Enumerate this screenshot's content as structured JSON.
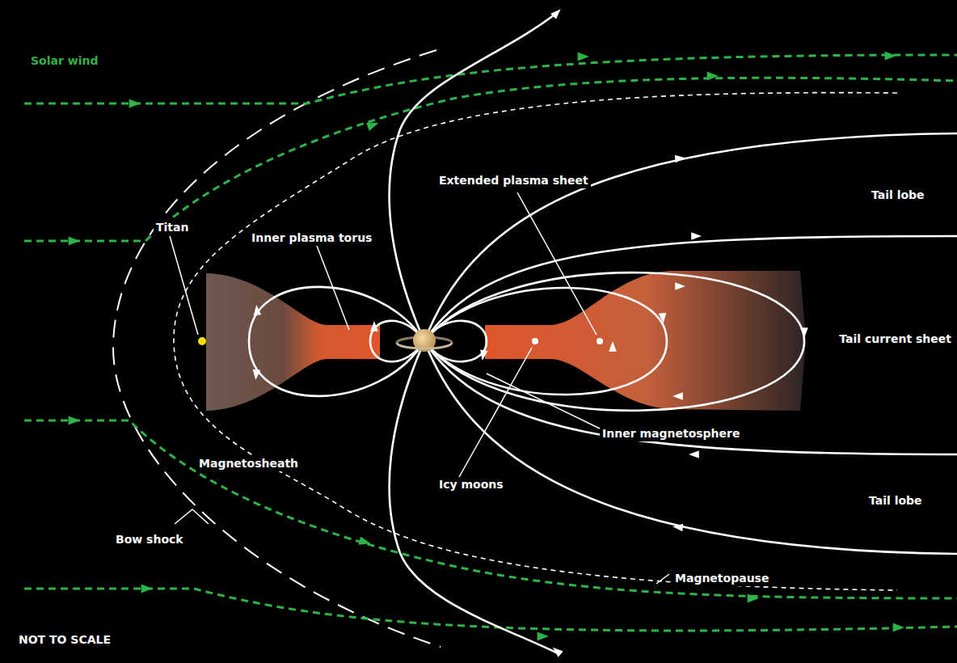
{
  "diagram": {
    "labels": [
      "Solar wind",
      "Titan",
      "Inner plasma torus",
      "Extended plasma sheet",
      "Tail lobe",
      "Tail current sheet",
      "Inner magnetosphere",
      "Icy moons",
      "Tail lobe",
      "Magnetosheath",
      "Bow shock",
      "Magnetopause",
      "NOT TO SCALE"
    ]
  }
}
